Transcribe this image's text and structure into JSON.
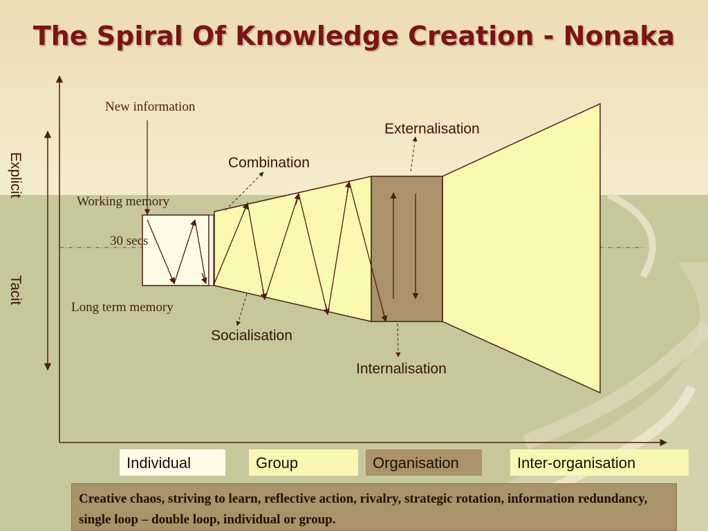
{
  "slide": {
    "title": "The Spiral Of Knowledge Creation - Nonaka"
  },
  "axis": {
    "vertical_top": "Explicit",
    "vertical_bottom": "Tacit"
  },
  "memory_labels": {
    "new_information": "New information",
    "working_memory": "Working memory",
    "duration": "30 secs",
    "long_term_memory": "Long term memory"
  },
  "modes": {
    "combination": "Combination",
    "externalisation": "Externalisation",
    "socialisation": "Socialisation",
    "internalisation": "Internalisation"
  },
  "levels": [
    {
      "label": "Individual",
      "color": "#fffbe6"
    },
    {
      "label": "Group",
      "color": "#fbf7b2"
    },
    {
      "label": "Organisation",
      "color": "#a89468"
    },
    {
      "label": "Inter-organisation",
      "color": "#fbf7b2"
    }
  ],
  "note": "Creative chaos, striving to learn, reflective action, rivalry, strategic rotation, information redundancy, single loop – double loop, individual or group.",
  "colors": {
    "title": "#7a1416",
    "funnel_fill": "#fbf8b0",
    "organisation_fill": "#a89468",
    "line": "#4a1d0e"
  }
}
